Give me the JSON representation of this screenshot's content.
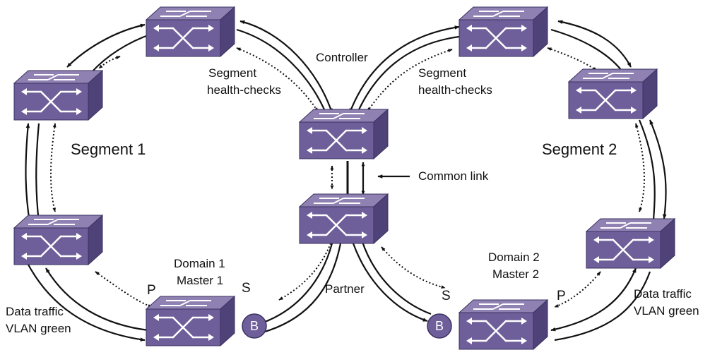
{
  "colors": {
    "switch_top": "#8f82b3",
    "switch_front": "#6e5f9a",
    "switch_side": "#4f4278",
    "port_circle": "#6e5f9a",
    "ink": "#111111"
  },
  "icons": [
    "switch-icon",
    "x-arrows-icon"
  ],
  "labels": {
    "controller": "Controller",
    "segment_health_left_line1": "Segment",
    "segment_health_left_line2": "health-checks",
    "segment_health_right_line1": "Segment",
    "segment_health_right_line2": "health-checks",
    "segment1": "Segment 1",
    "segment2": "Segment 2",
    "common_link": "Common link",
    "domain1_line1": "Domain 1",
    "domain1_line2": "Master 1",
    "domain2_line1": "Domain 2",
    "domain2_line2": "Master 2",
    "partner": "Partner",
    "data_traffic_left_line1": "Data traffic",
    "data_traffic_left_line2": "VLAN green",
    "data_traffic_right_line1": "Data traffic",
    "data_traffic_right_line2": "VLAN green",
    "p_left": "P",
    "s_left": "S",
    "s_right": "S",
    "p_right": "P",
    "b_left": "B",
    "b_right": "B"
  }
}
